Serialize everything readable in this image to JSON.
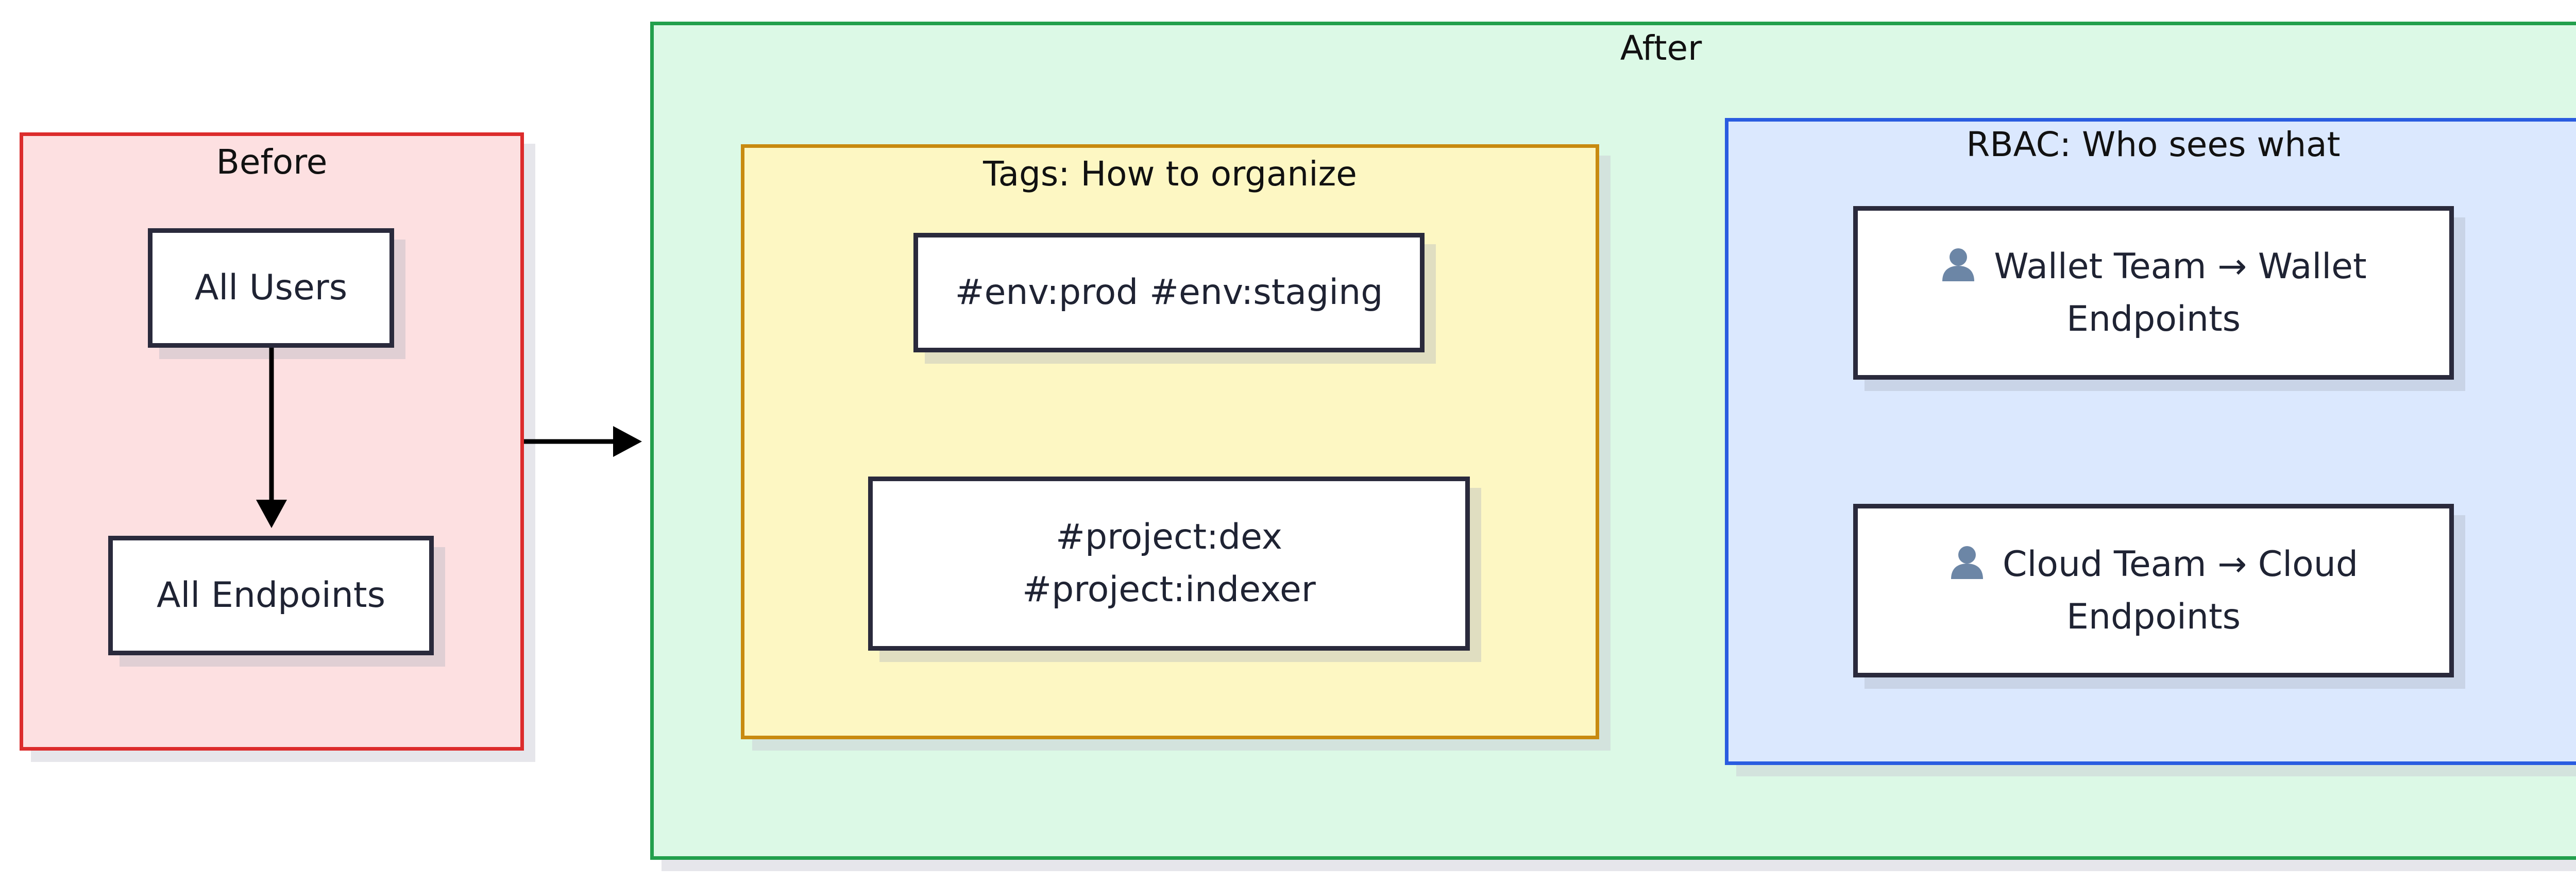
{
  "colors": {
    "before_fill": "#fde0e1",
    "before_border": "#dc2c2c",
    "after_fill": "#dcf9e6",
    "after_border": "#22a04c",
    "tags_fill": "#fdf7c3",
    "tags_border": "#c88a10",
    "rbac_fill": "#dbe8fe",
    "rbac_border": "#2a5ce0",
    "node_border": "#2a2a3c",
    "arrow": "#000000"
  },
  "before": {
    "title": "Before",
    "nodes": {
      "users": "All Users",
      "endpoints": "All Endpoints"
    }
  },
  "after": {
    "title": "After",
    "tags": {
      "title": "Tags: How to organize",
      "env_node": "#env:prod #env:staging",
      "project_node_line1": "#project:dex",
      "project_node_line2": "#project:indexer"
    },
    "rbac": {
      "title": "RBAC: Who sees what",
      "wallet_line1": "Wallet Team → Wallet",
      "wallet_line2": "Endpoints",
      "cloud_line1": "Cloud Team → Cloud",
      "cloud_line2": "Endpoints",
      "icon": "person-icon"
    }
  }
}
